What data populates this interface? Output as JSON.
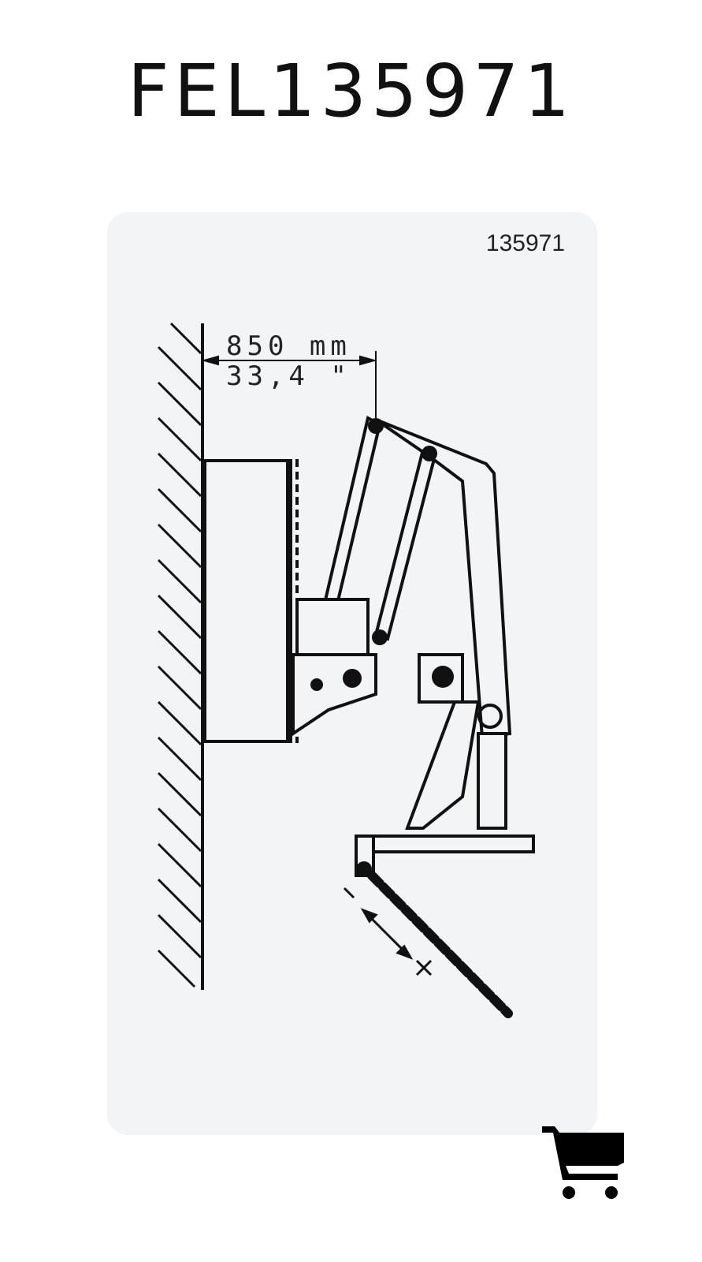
{
  "product": {
    "title": "FEL135971"
  },
  "decal": {
    "part_number": "135971",
    "dimension_metric": "850 mm",
    "dimension_imperial": "33,4 \""
  },
  "icons": {
    "cart": "shopping-cart-icon"
  }
}
